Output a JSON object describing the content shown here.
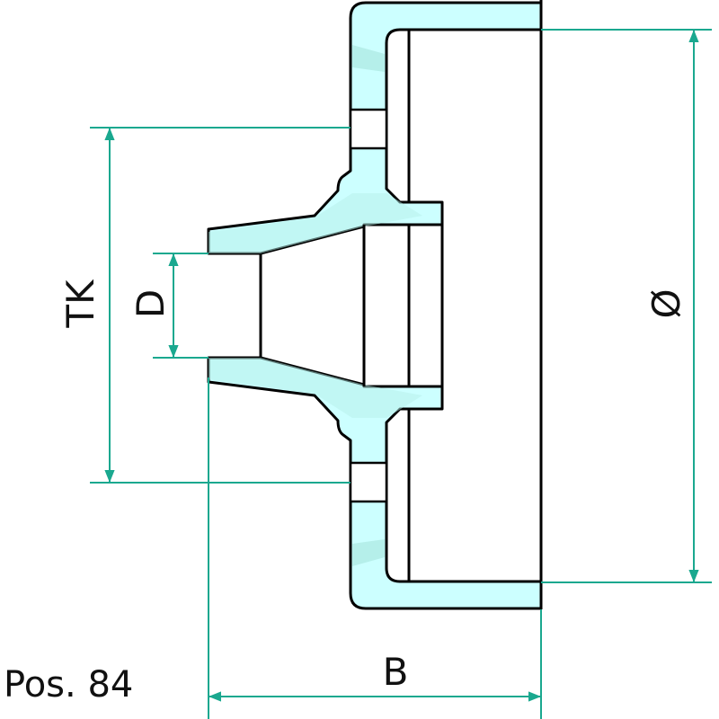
{
  "drawing": {
    "position_label": "Pos. 84",
    "dimensions": {
      "pitch_circle": "TK",
      "bore": "D",
      "outer_diameter": "Ø",
      "length": "B"
    }
  },
  "colors": {
    "fill": "#ccffff",
    "shade": "#b5efea",
    "dimension": "#1aa88f",
    "outline": "#000000"
  }
}
